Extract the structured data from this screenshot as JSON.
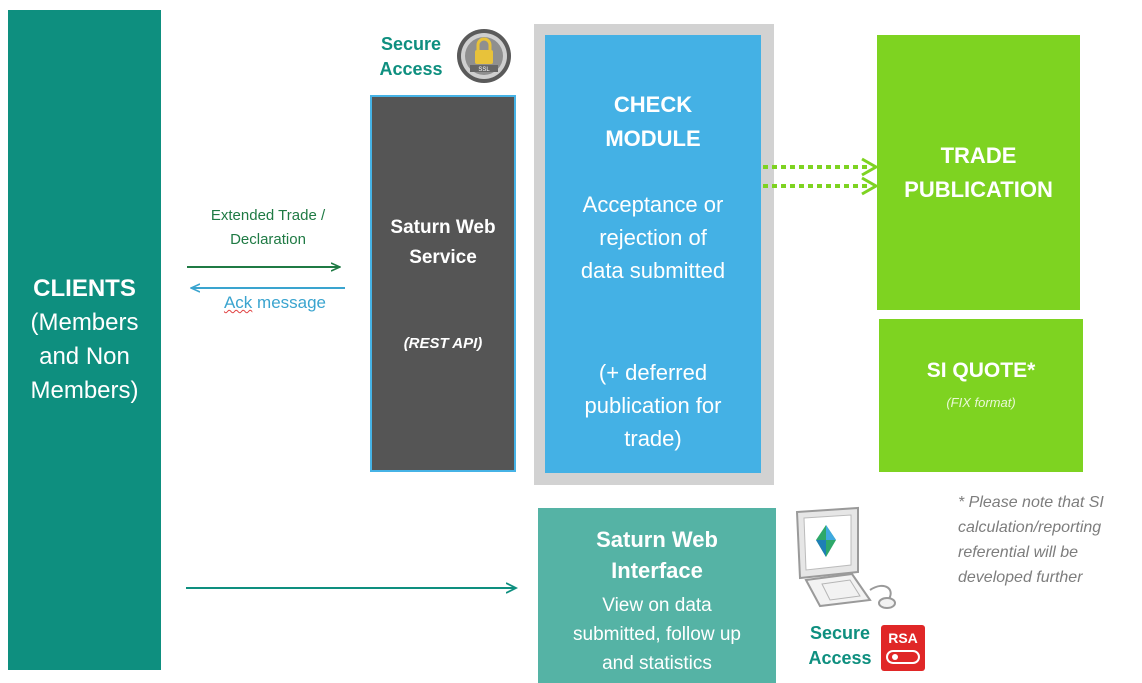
{
  "clients": {
    "title": "CLIENTS",
    "subtitle_line1": "(Members",
    "subtitle_line2": "and Non",
    "subtitle_line3": "Members)"
  },
  "arrows": {
    "extended_line1": "Extended Trade /",
    "extended_line2": "Declaration",
    "ack_word": "Ack",
    "ack_rest": " message"
  },
  "secure_top": {
    "line1": "Secure",
    "line2": "Access",
    "badge_text": "SSL"
  },
  "service": {
    "title_line1": "Saturn Web",
    "title_line2": "Service",
    "api": "(REST API)"
  },
  "check": {
    "title_line1": "CHECK",
    "title_line2": "MODULE",
    "body_line1": "Acceptance or",
    "body_line2": "rejection of",
    "body_line3": "data submitted",
    "body2_line1": "(+ deferred",
    "body2_line2": "publication for",
    "body2_line3": "trade)"
  },
  "trade": {
    "title_line1": "TRADE",
    "title_line2": "PUBLICATION"
  },
  "siquote": {
    "title": "SI QUOTE*",
    "format": "(FIX format)"
  },
  "note": {
    "line1": "* Please note that SI",
    "line2": "calculation/reporting",
    "line3": "referential will be",
    "line4": "developed further"
  },
  "iface": {
    "title_line1": "Saturn Web",
    "title_line2": "Interface",
    "body_line1": "View on data",
    "body_line2": "submitted, follow up",
    "body_line3": "and statistics"
  },
  "secure_bottom": {
    "line1": "Secure",
    "line2": "Access",
    "badge_text": "RSA"
  },
  "colors": {
    "clients": "#0e8f7f",
    "service": "#555555",
    "check": "#44b1e5",
    "trade": "#7ed321",
    "iface": "#55b3a5"
  }
}
